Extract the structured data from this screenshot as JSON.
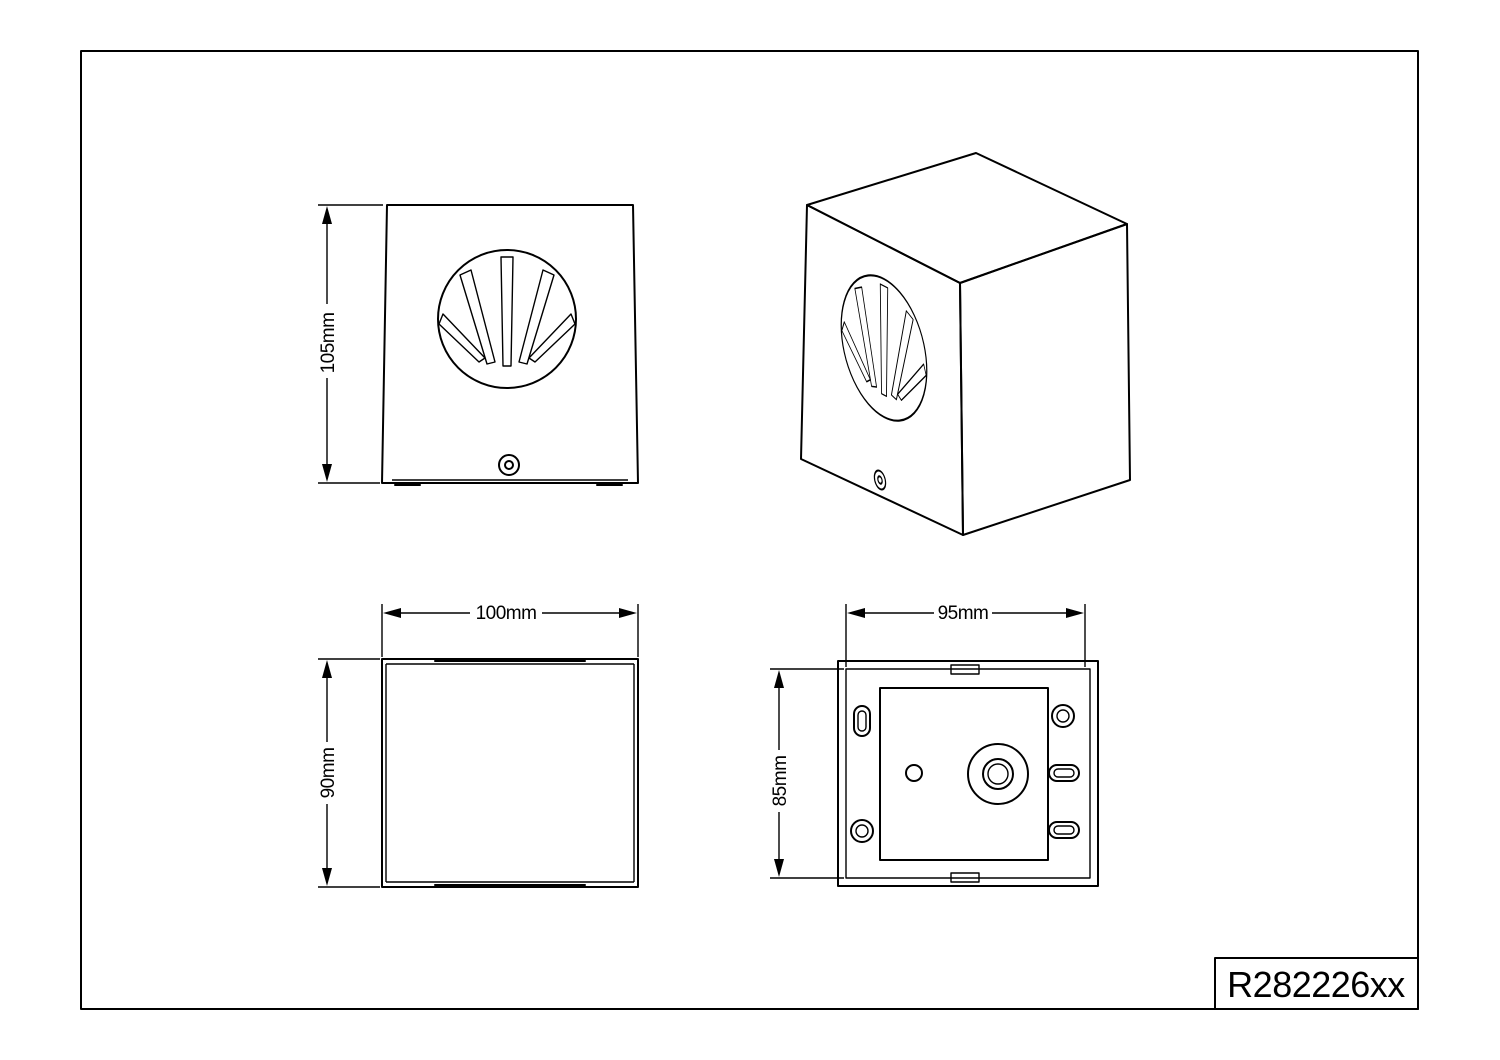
{
  "dimensions": {
    "height_front": "105mm",
    "width_top": "100mm",
    "depth_top": "90mm",
    "width_back": "95mm",
    "height_back": "85mm"
  },
  "title_block": {
    "product_code": "R282226xx"
  }
}
